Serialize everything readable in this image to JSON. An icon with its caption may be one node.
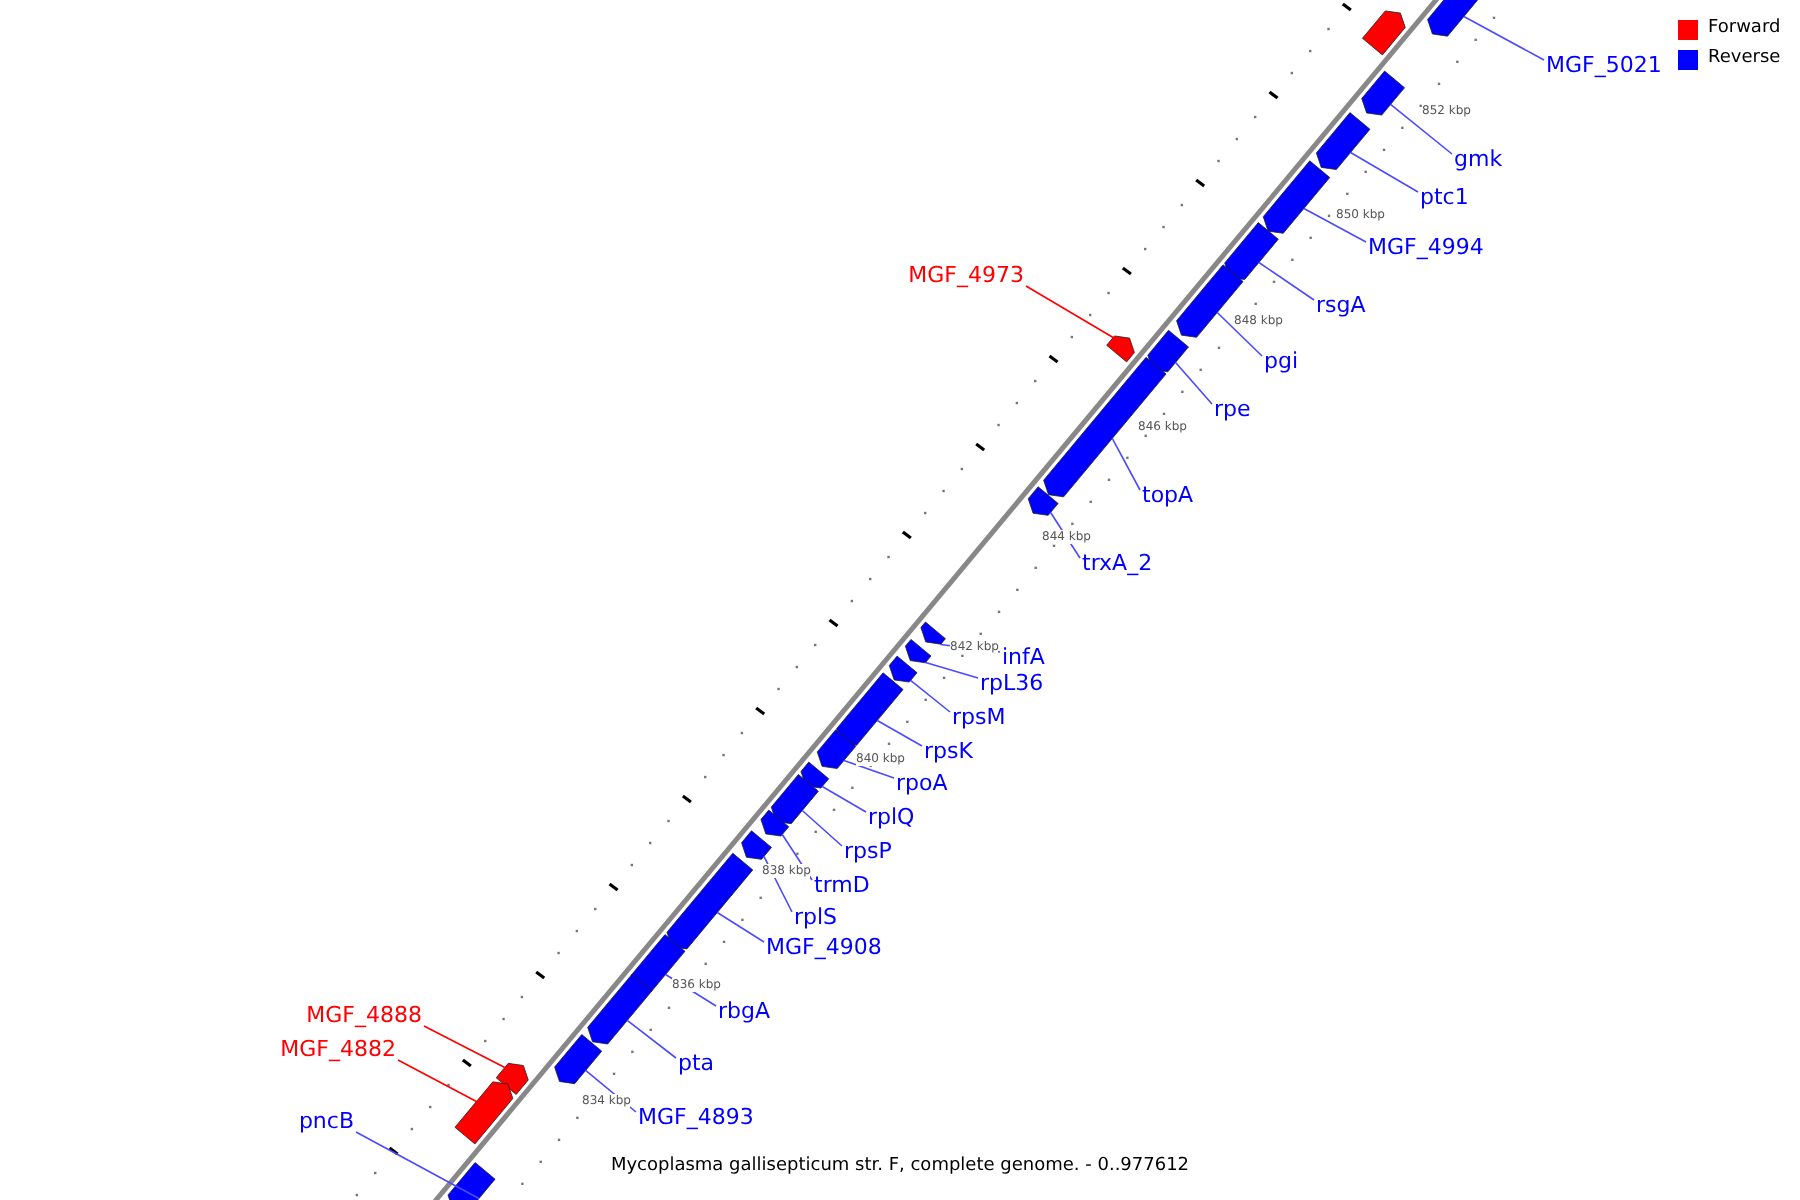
{
  "diagram": {
    "caption": "Mycoplasma gallisepticum str. F, complete genome. - 0..977612",
    "nodes": [
      {
        "text": [],
        "shape": "bar"
      },
      {
        "text": [
          "MGF_5021"
        ]
      },
      {
        "text": [],
        "shape": "bar"
      },
      {
        "text": [
          "gmk"
        ]
      },
      {
        "text": [],
        "shape": "bar"
      },
      {
        "text": [
          "ptc1"
        ]
      },
      {
        "text": [],
        "shape": "bar"
      },
      {
        "text": [
          "MGF_4994"
        ]
      },
      {
        "text": [],
        "shape": "bar"
      },
      {
        "text": [
          "rsgA"
        ]
      },
      {
        "text": [],
        "shape": "bar"
      },
      {
        "text": [
          "MGF_4973"
        ]
      },
      {
        "text": [],
        "shape": "bar"
      },
      {
        "text": [
          "pgi"
        ]
      },
      {
        "text": [],
        "shape": "bar"
      },
      {
        "text": [
          "rpe"
        ]
      },
      {
        "text": [],
        "shape": "bar"
      },
      {
        "text": [
          "topA"
        ]
      },
      {
        "text": [],
        "shape": "bar"
      },
      {
        "text": [
          "trxA_2"
        ]
      },
      {
        "text": [],
        "shape": "bar"
      },
      {
        "text": [
          "infA"
        ]
      },
      {
        "text": [],
        "shape": "bar"
      },
      {
        "text": [
          "rpL36"
        ]
      },
      {
        "text": [],
        "shape": "bar"
      },
      {
        "text": [
          "rpsM"
        ]
      },
      {
        "text": [],
        "shape": "bar"
      },
      {
        "text": [
          "rpsK"
        ]
      },
      {
        "text": [],
        "shape": "bar"
      },
      {
        "text": [
          "rpoA"
        ]
      },
      {
        "text": [],
        "shape": "bar"
      },
      {
        "text": [
          "rplQ"
        ]
      },
      {
        "text": [],
        "shape": "bar"
      },
      {
        "text": [
          "rpsP"
        ]
      },
      {
        "text": [],
        "shape": "bar"
      },
      {
        "text": [
          "trmD"
        ]
      },
      {
        "text": [],
        "shape": "bar"
      },
      {
        "text": [
          "rplS"
        ]
      },
      {
        "text": [],
        "shape": "bar"
      },
      {
        "text": [
          "MGF_4908"
        ]
      },
      {
        "text": [],
        "shape": "bar"
      },
      {
        "text": [
          "rbgA"
        ]
      },
      {
        "text": [],
        "shape": "bar"
      },
      {
        "text": [
          "MGF_4888"
        ]
      },
      {
        "text": [],
        "shape": "bar"
      },
      {
        "text": [
          "MGF_4882"
        ]
      },
      {
        "text": [],
        "shape": "bar"
      },
      {
        "text": [
          "pta"
        ]
      },
      {
        "text": [],
        "shape": "bar"
      },
      {
        "text": [
          "MGF_4893"
        ]
      },
      {
        "text": [],
        "shape": "bar"
      },
      {
        "text": [
          "pncB"
        ]
      },
      {
        "text": [],
        "shape": "bar"
      }
    ],
    "edges": [
      {
        "from": 1,
        "to": 2,
        "arrow": "none"
      },
      {
        "from": 3,
        "to": 4,
        "arrow": "none"
      },
      {
        "from": 5,
        "to": 6,
        "arrow": "none"
      },
      {
        "from": 7,
        "to": 8,
        "arrow": "none"
      },
      {
        "from": 9,
        "to": 10,
        "arrow": "none"
      },
      {
        "from": 11,
        "to": 12,
        "arrow": "none",
        "color": "#ff0000"
      },
      {
        "from": 13,
        "to": 14,
        "arrow": "none"
      },
      {
        "from": 15,
        "to": 16,
        "arrow": "none"
      },
      {
        "from": 17,
        "to": 18,
        "arrow": "none"
      },
      {
        "from": 19,
        "to": 20,
        "arrow": "none"
      },
      {
        "from": 21,
        "to": 22,
        "arrow": "none"
      },
      {
        "from": 23,
        "to": 24,
        "arrow": "none"
      },
      {
        "from": 25,
        "to": 26,
        "arrow": "none"
      },
      {
        "from": 27,
        "to": 28,
        "arrow": "none"
      },
      {
        "from": 29,
        "to": 30,
        "arrow": "none"
      },
      {
        "from": 31,
        "to": 32,
        "arrow": "none"
      },
      {
        "from": 33,
        "to": 34,
        "arrow": "none"
      },
      {
        "from": 35,
        "to": 36,
        "arrow": "none"
      },
      {
        "from": 37,
        "to": 38,
        "arrow": "none"
      },
      {
        "from": 39,
        "to": 40,
        "arrow": "none"
      },
      {
        "from": 41,
        "to": 42,
        "arrow": "none"
      },
      {
        "from": 43,
        "to": 44,
        "arrow": "none",
        "color": "#ff0000"
      },
      {
        "from": 45,
        "to": 46,
        "arrow": "none",
        "color": "#ff0000"
      },
      {
        "from": 47,
        "to": 48,
        "arrow": "none"
      },
      {
        "from": 49,
        "to": 50,
        "arrow": "none"
      },
      {
        "from": 51,
        "to": 52,
        "arrow": "none"
      }
    ],
    "labels": [
      "852 kbp",
      "850 kbp",
      "848 kbp",
      "846 kbp",
      "844 kbp",
      "842 kbp",
      "840 kbp",
      "838 kbp",
      "836 kbp",
      "834 kbp"
    ],
    "legend": [
      {
        "text": "Forward",
        "color": "#ff0000"
      },
      {
        "text": "Reverse",
        "color": "#0000ff"
      }
    ]
  }
}
